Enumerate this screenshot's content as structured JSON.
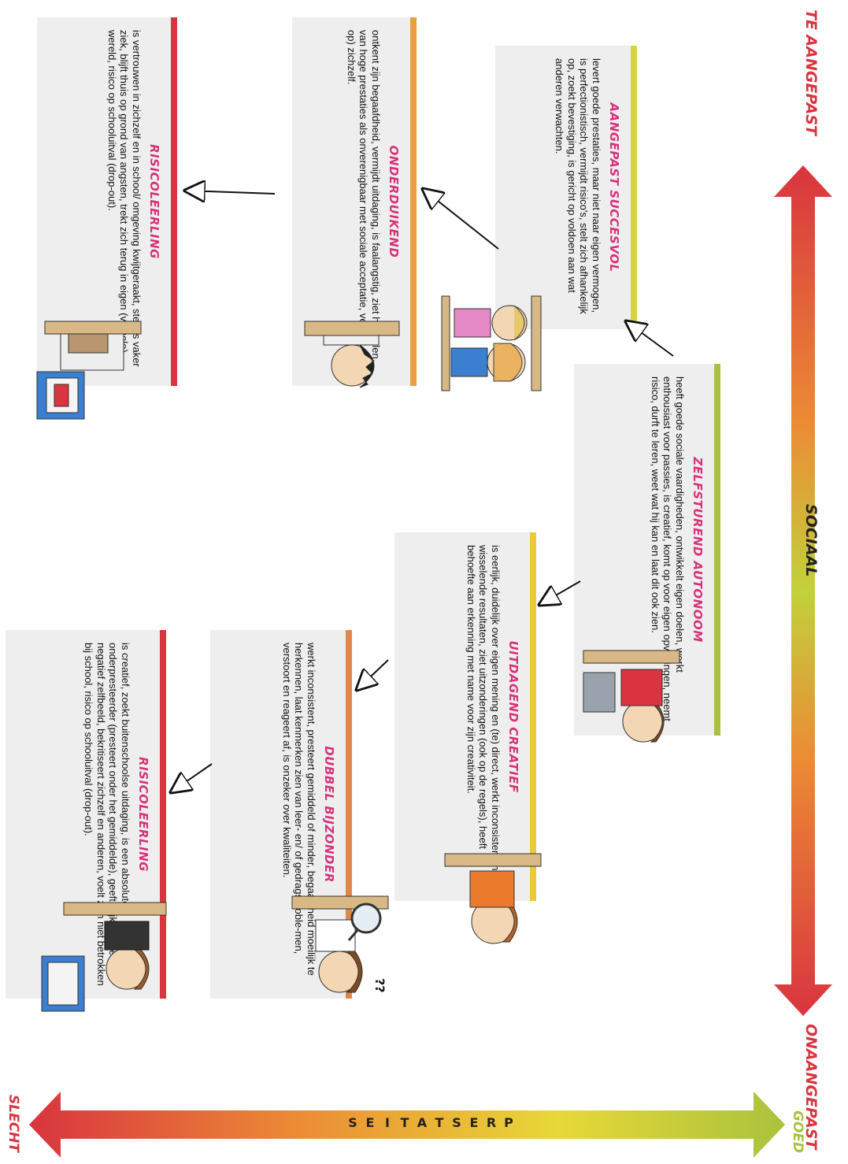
{
  "axes": {
    "social": {
      "top_label": "TE AANGEPAST",
      "center_label": "SOCIAAL",
      "bottom_label": "ONAANGEPAST"
    },
    "performance": {
      "left_label": "GOED",
      "center_letters": [
        "P",
        "R",
        "E",
        "S",
        "T",
        "A",
        "T",
        "I",
        "E",
        "S"
      ],
      "right_label": "SLECHT"
    }
  },
  "cards": [
    {
      "id": "aangepast",
      "title": "AANGEPAST SUCCESVOL",
      "text": "levert goede prestaties, maar niet naar eigen vermogen, is perfectionistisch, vermijdt risico's, stelt zich afhankelijk op, zoekt bevestiging, is gericht op voldoen aan wat anderen verwachten.",
      "bar_color": "#d4d640"
    },
    {
      "id": "onderduikend",
      "title": "ONDERDUIKEND",
      "text": "ontkent zijn begaafdheid, vermijdt uitdaging, is faalangstig, ziet het halen van hoge prestaties als onverenigbaar met sociale acceptatie, verliest (zicht op) zichzelf.",
      "bar_color": "#e8a040"
    },
    {
      "id": "risico1",
      "title": "RISICOLEERLING",
      "text": "is vertrouwen in zichzelf en in school/ omgeving kwijtgeraakt, steeds vaker ziek, blijft thuis op grond van angsten, trekt zich terug in eigen (virtuele) wereld, risico op schooluitval (drop-out).",
      "bar_color": "#d9343f"
    },
    {
      "id": "zelfsturend",
      "title": "ZELFSTUREND AUTONOOM",
      "text": "heeft goede sociale vaardigheden, ontwikkelt eigen doelen, werkt enthousiast voor passies, is creatief, komt op voor eigen opvattingen, neemt risico, durft te leren, weet wat hij kan en laat dit ook zien.",
      "bar_color": "#a9c23c"
    },
    {
      "id": "uitdagend",
      "title": "UITDAGEND CREATIEF",
      "text": "is eerlijk, duidelijk over eigen mening en (te) direct, werkt inconsistent met wisselende resultaten, ziet uitzonderingen (ook op de regels), heeft behoefte aan erkenning met name voor zijn creativiteit.",
      "bar_color": "#ecc83a"
    },
    {
      "id": "dubbel",
      "title": "DUBBEL BIJZONDER",
      "text": "werkt inconsistent, presteert gemiddeld of minder, begaafdheid moeilijk te herkennen, laat kenmerken zien van leer- en/ of gedragsproble-men, verstoort en reageert af, is onzeker over kwaliteiten.",
      "bar_color": "#e0884a"
    },
    {
      "id": "risico2",
      "title": "RISICOLEERLING",
      "text": "is creatief, zoekt buitenschoolse uitdaging, is een absolute onderpresteerder (presteert onder het gemiddelde), geeft blijk van een negatief zelfbeeld, bekritiseert zichzelf en anderen, voelt zich niet betrokken bij school, risico op schooluitval (drop-out).",
      "bar_color": "#d9343f"
    }
  ],
  "colors": {
    "red": "#d9343f",
    "orange": "#ec8a35",
    "yellow": "#e8d838",
    "green": "#a9c23c",
    "title_pink": "#d6317a",
    "card_bg": "#eeeeee"
  },
  "speech_text": "??"
}
